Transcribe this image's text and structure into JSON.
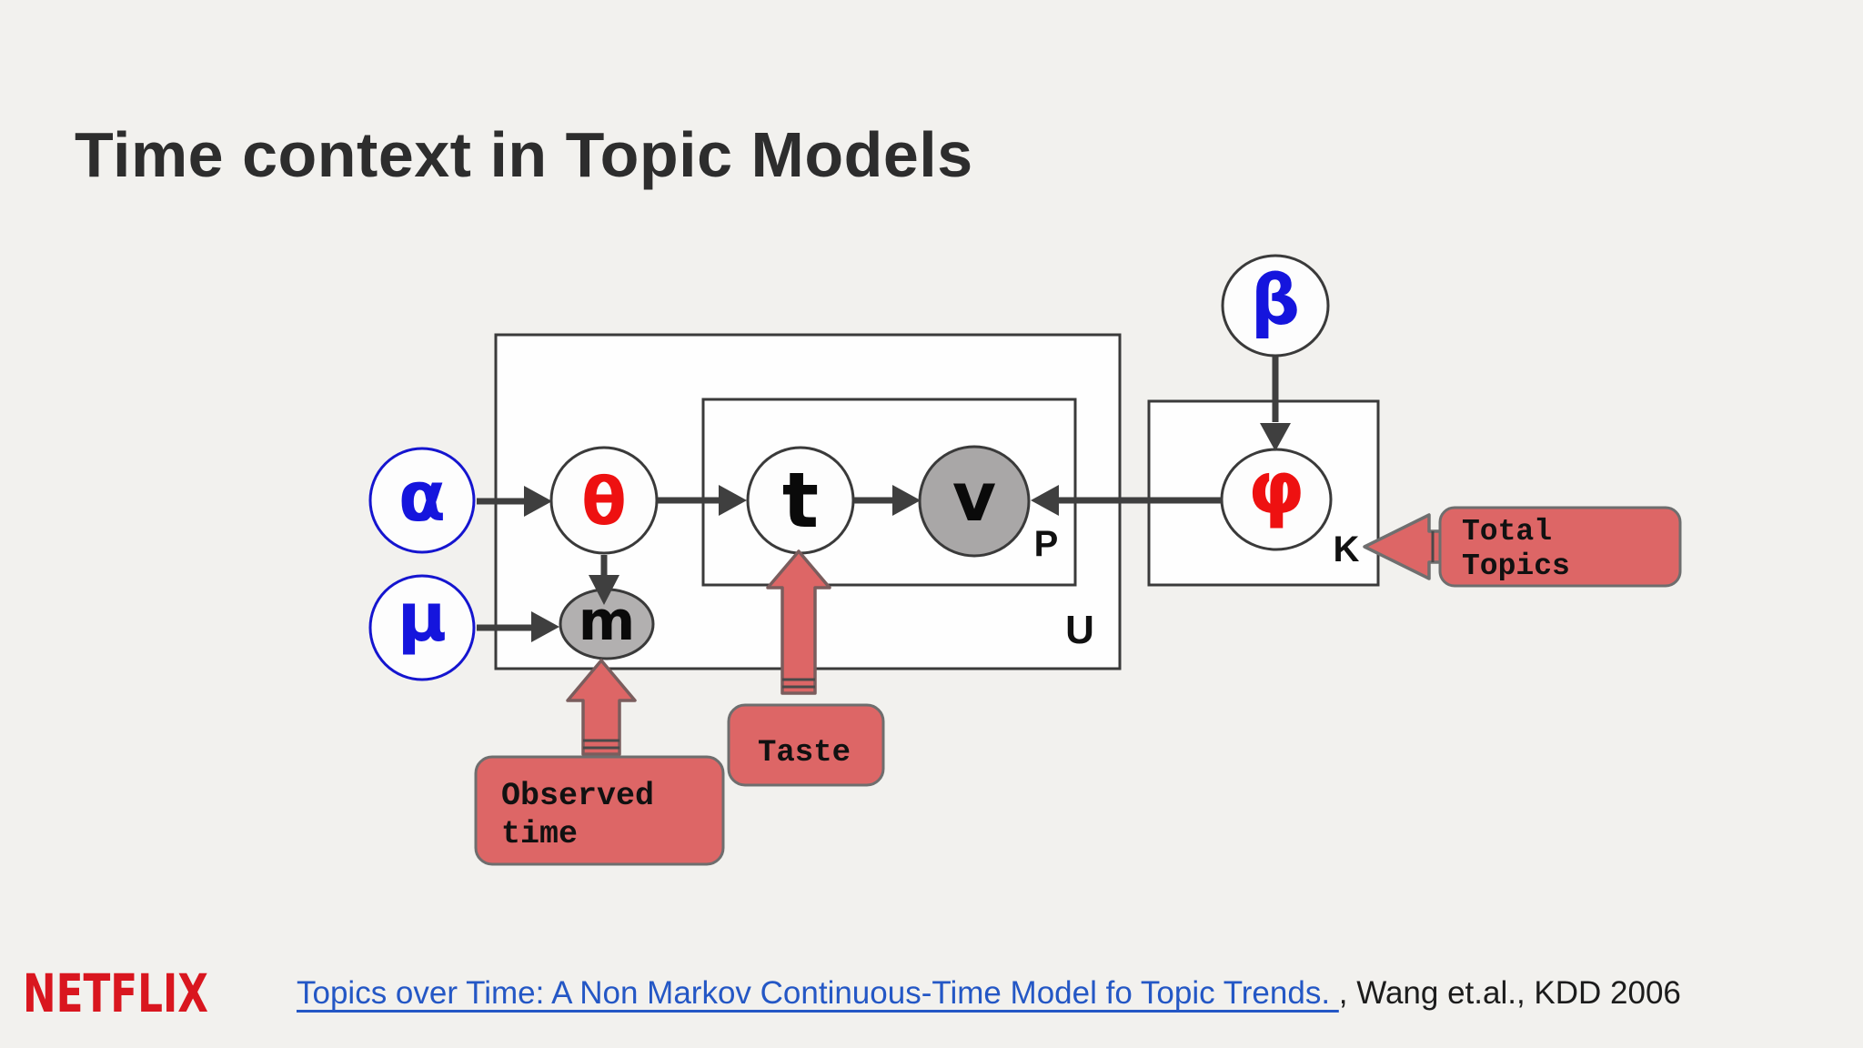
{
  "title": "Time context in Topic Models",
  "diagram": {
    "nodes": {
      "alpha": {
        "label": "α"
      },
      "mu": {
        "label": "μ"
      },
      "theta": {
        "label": "θ"
      },
      "m": {
        "label": "m"
      },
      "t": {
        "label": "t"
      },
      "v": {
        "label": "v"
      },
      "beta": {
        "label": "β"
      },
      "phi": {
        "label": "φ"
      }
    },
    "plates": {
      "users": {
        "label": "U"
      },
      "plays": {
        "label": "P"
      },
      "topics": {
        "label": "K"
      }
    },
    "callouts": {
      "observed_time": {
        "lines": [
          "Observed",
          "time"
        ]
      },
      "taste": {
        "lines": [
          "Taste"
        ]
      },
      "total_topics": {
        "lines": [
          "Total",
          "Topics"
        ]
      }
    }
  },
  "footer": {
    "logo": "NETFLIX",
    "citation": {
      "link_text": "Topics over Time: A Non Markov Continuous-Time Model fo Topic Trends. ",
      "suffix": ", Wang et.al., KDD 2006"
    }
  },
  "colors": {
    "background": "#f2f1ee",
    "plate_fill": "#fefefe",
    "dark_border": "#3a3a3a",
    "shaded_node_fill": "#aaa8a8",
    "prior_blue": "#1515dd",
    "latent_red": "#ee1111",
    "arrow_dark": "#3f3f3f",
    "callout_fill": "#dd6666",
    "callout_border": "#6e6e6e",
    "link_blue": "#2457c5",
    "netflix_red": "#d9161f"
  }
}
